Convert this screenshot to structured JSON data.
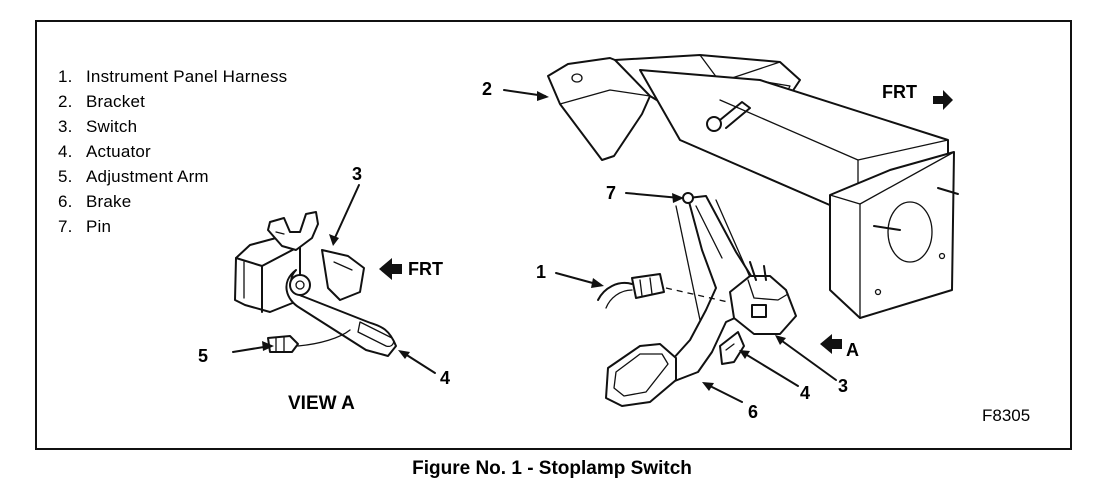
{
  "legend": [
    {
      "num": "1.",
      "text": "Instrument Panel Harness"
    },
    {
      "num": "2.",
      "text": "Bracket"
    },
    {
      "num": "3.",
      "text": "Switch"
    },
    {
      "num": "4.",
      "text": "Actuator"
    },
    {
      "num": "5.",
      "text": "Adjustment Arm"
    },
    {
      "num": "6.",
      "text": "Brake"
    },
    {
      "num": "7.",
      "text": "Pin"
    }
  ],
  "view_a": {
    "title": "VIEW A",
    "direction": "FRT",
    "callouts": {
      "switch": "3",
      "actuator": "4",
      "adjustment_arm": "5"
    }
  },
  "main_view": {
    "direction": "FRT",
    "view_marker": "A",
    "callouts": {
      "harness": "1",
      "bracket": "2",
      "switch": "3",
      "actuator": "4",
      "brake": "6",
      "pin": "7"
    }
  },
  "figure_id": "F8305",
  "caption": "Figure No. 1 - Stoplamp Switch"
}
